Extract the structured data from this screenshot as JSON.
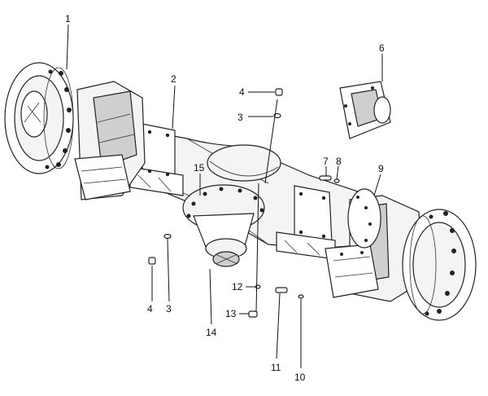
{
  "callouts": {
    "c1": "1",
    "c2": "2",
    "c3a": "3",
    "c3b": "3",
    "c4a": "4",
    "c4b": "4",
    "c6": "6",
    "c7": "7",
    "c8": "8",
    "c9": "9",
    "c10": "10",
    "c11": "11",
    "c12": "12",
    "c13": "13",
    "c14": "14",
    "c15": "15"
  }
}
